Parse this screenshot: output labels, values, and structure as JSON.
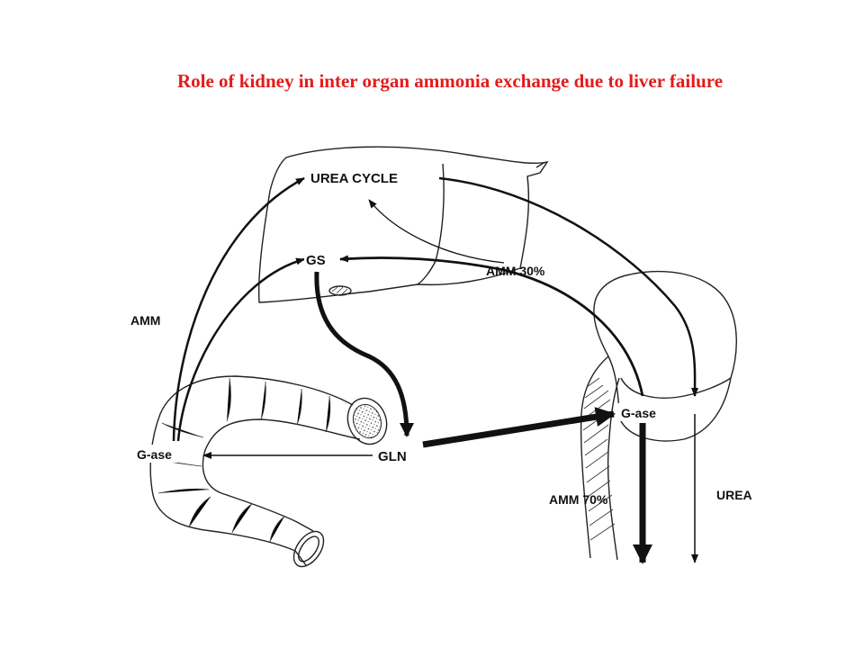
{
  "title": "Role of kidney in inter organ ammonia exchange due to liver failure",
  "colors": {
    "title": "#e31b1b",
    "ink": "#111111",
    "background": "#ffffff"
  },
  "labels": {
    "urea_cycle": "UREA CYCLE",
    "gs": "GS",
    "amm_30": "AMM 30%",
    "amm": "AMM",
    "g_ase_kidney": "G-ase",
    "g_ase_intestine": "G-ase",
    "gln": "GLN",
    "amm_70": "AMM 70%",
    "urea": "UREA"
  }
}
